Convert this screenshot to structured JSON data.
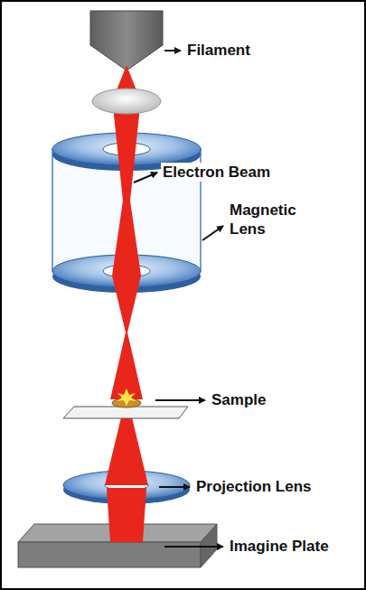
{
  "diagram": {
    "labels": [
      "Filament",
      "Electron Beam",
      "Magnetic Lens",
      "Sample",
      "Projection Lens",
      "Imagine Plate"
    ]
  }
}
